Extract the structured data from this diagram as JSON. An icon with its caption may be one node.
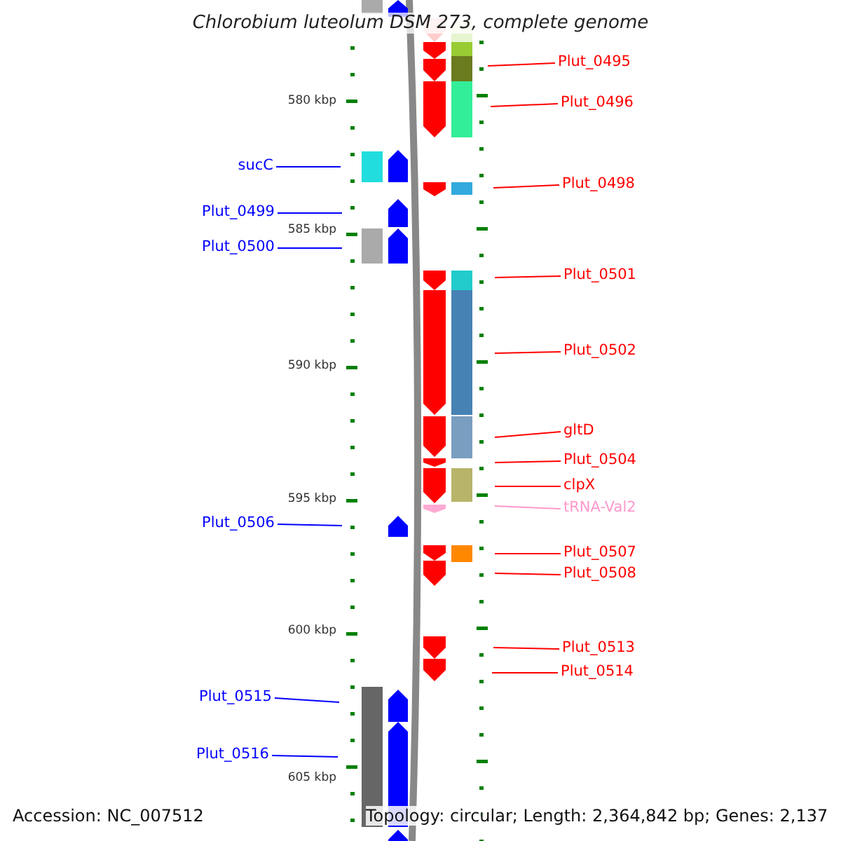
{
  "diagram": {
    "title": "Chlorobium luteolum DSM 273, complete genome",
    "nodes": [
      {
        "text": [
          "Plut_0495"
        ]
      },
      {
        "text": [
          "Plut_0496"
        ]
      },
      {
        "text": [
          "sucC"
        ]
      },
      {
        "text": [
          "Plut_0498"
        ]
      },
      {
        "text": [
          "Plut_0499"
        ]
      },
      {
        "text": [
          "Plut_0500"
        ]
      },
      {
        "text": [
          "Plut_0501"
        ]
      },
      {
        "text": [
          "Plut_0502"
        ]
      },
      {
        "text": [
          "gltD"
        ]
      },
      {
        "text": [
          "Plut_0504"
        ]
      },
      {
        "text": [
          "clpX"
        ]
      },
      {
        "text": [
          "tRNA-Val2"
        ]
      },
      {
        "text": [
          "Plut_0506"
        ]
      },
      {
        "text": [
          "Plut_0507"
        ]
      },
      {
        "text": [
          "Plut_0508"
        ]
      },
      {
        "text": [
          "Plut_0513"
        ]
      },
      {
        "text": [
          "Plut_0514"
        ]
      },
      {
        "text": [
          "Plut_0515"
        ]
      },
      {
        "text": [
          "Plut_0516"
        ]
      }
    ],
    "edges": [
      {
        "from": 0,
        "to": null,
        "arrow": "none"
      },
      {
        "from": 1,
        "to": null,
        "arrow": "none"
      },
      {
        "from": 2,
        "to": null,
        "arrow": "none",
        "color": "#0000ff"
      },
      {
        "from": 3,
        "to": null,
        "arrow": "none"
      },
      {
        "from": 4,
        "to": null,
        "arrow": "none",
        "color": "#0000ff"
      },
      {
        "from": 5,
        "to": null,
        "arrow": "none",
        "color": "#0000ff"
      },
      {
        "from": 6,
        "to": null,
        "arrow": "none"
      },
      {
        "from": 7,
        "to": null,
        "arrow": "none"
      },
      {
        "from": 8,
        "to": null,
        "arrow": "none"
      },
      {
        "from": 9,
        "to": null,
        "arrow": "none"
      },
      {
        "from": 10,
        "to": null,
        "arrow": "none"
      },
      {
        "from": 11,
        "to": null,
        "arrow": "none",
        "color": "#ff99cc"
      },
      {
        "from": 12,
        "to": null,
        "arrow": "none",
        "color": "#0000ff"
      },
      {
        "from": 13,
        "to": null,
        "arrow": "none"
      },
      {
        "from": 14,
        "to": null,
        "arrow": "none"
      },
      {
        "from": 15,
        "to": null,
        "arrow": "none"
      },
      {
        "from": 16,
        "to": null,
        "arrow": "none"
      },
      {
        "from": 17,
        "to": null,
        "arrow": "none",
        "color": "#0000ff"
      },
      {
        "from": 18,
        "to": null,
        "arrow": "none",
        "color": "#0000ff"
      }
    ],
    "labels": [
      "580 kbp",
      "585 kbp",
      "590 kbp",
      "595 kbp",
      "600 kbp",
      "605 kbp",
      "Accession: NC_007512",
      "Topology: circular; Length: 2,364,842 bp; Genes: 2,137"
    ]
  }
}
